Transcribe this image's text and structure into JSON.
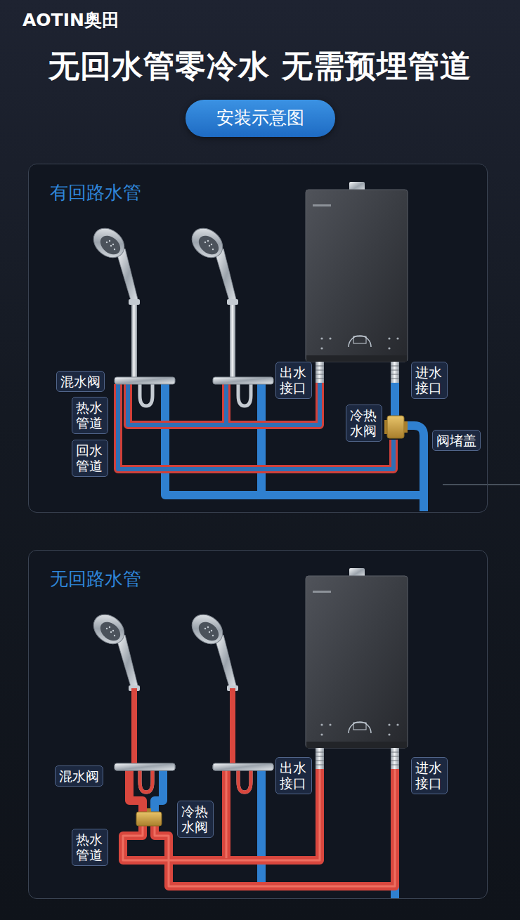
{
  "diagram": {
    "title": "无回水管零冷水 无需预埋管道",
    "nodes": [
      {
        "text": [
          "安装示意图"
        ]
      },
      {
        "text": [
          "有回路水管"
        ]
      },
      {
        "text": [
          "混水阀"
        ],
        "in": 1
      },
      {
        "text": [
          "出水接口"
        ],
        "in": 1
      },
      {
        "text": [
          "进水接口"
        ],
        "in": 1
      },
      {
        "text": [
          "热水管道"
        ],
        "in": 1
      },
      {
        "text": [
          "冷热水阀"
        ],
        "in": 1
      },
      {
        "text": [
          "阀堵盖"
        ],
        "in": 1
      },
      {
        "text": [
          "回水管道"
        ],
        "in": 1
      },
      {
        "text": [
          "无回路水管"
        ]
      },
      {
        "text": [
          "混水阀"
        ],
        "in": 9
      },
      {
        "text": [
          "出水接口"
        ],
        "in": 9
      },
      {
        "text": [
          "进水接口"
        ],
        "in": 9
      },
      {
        "text": [
          "冷热水阀"
        ],
        "in": 9
      },
      {
        "text": [
          "热水管道"
        ],
        "in": 9
      }
    ],
    "labels": [
      "AOTIN奥田"
    ]
  }
}
